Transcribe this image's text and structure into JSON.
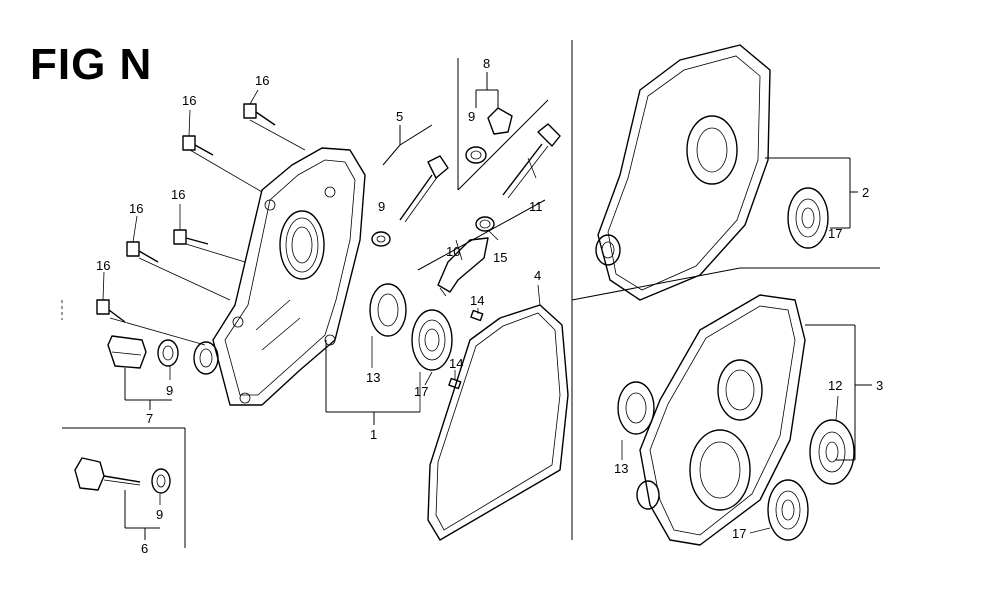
{
  "figure": {
    "title": "FIG N"
  },
  "labels": {
    "l1": "1",
    "l2": "2",
    "l3": "3",
    "l4": "4",
    "l5": "5",
    "l6": "6",
    "l7": "7",
    "l8": "8",
    "l9a": "9",
    "l9b": "9",
    "l9c": "9",
    "l9d": "9",
    "l10": "10",
    "l11": "11",
    "l12": "12",
    "l13a": "13",
    "l13b": "13",
    "l14a": "14",
    "l14b": "14",
    "l15": "15",
    "l16a": "16",
    "l16b": "16",
    "l16c": "16",
    "l16d": "16",
    "l16e": "16",
    "l17a": "17",
    "l17b": "17",
    "l17c": "17"
  }
}
